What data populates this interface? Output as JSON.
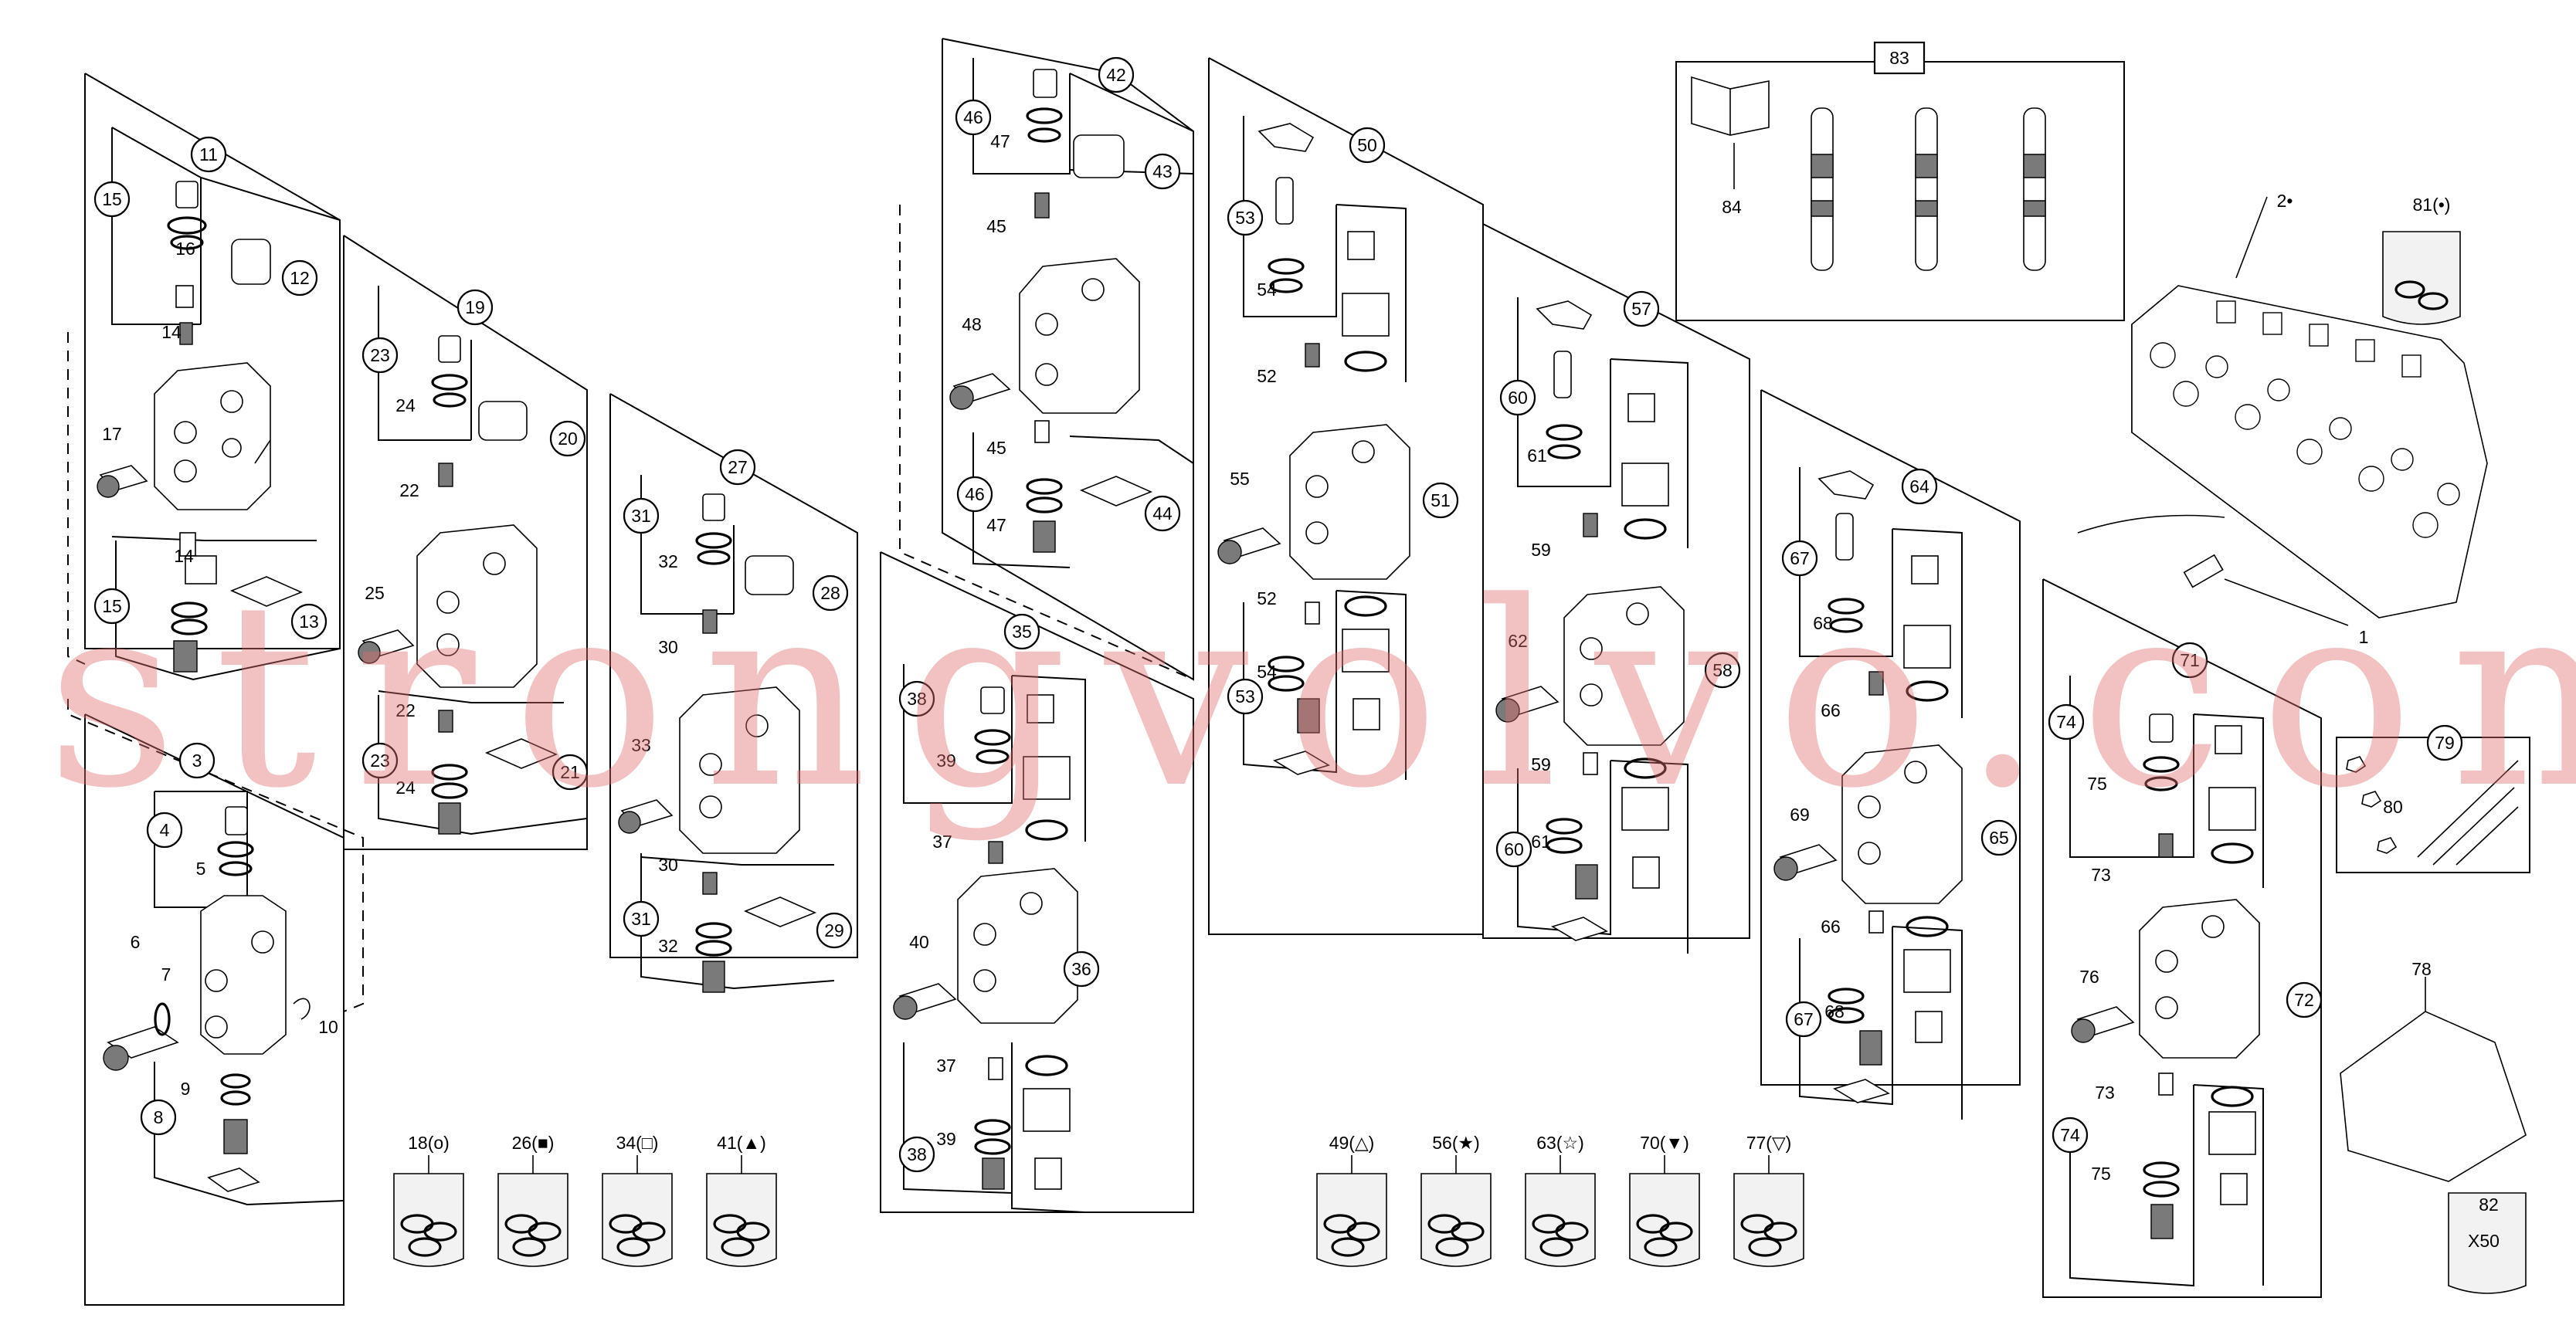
{
  "diagram": {
    "watermark": "strongvolvo.com",
    "callouts": [
      "11",
      "15",
      "16",
      "12",
      "14",
      "17",
      "14",
      "15",
      "13",
      "3",
      "4",
      "5",
      "6",
      "7",
      "8",
      "9",
      "10",
      "19",
      "23",
      "24",
      "20",
      "22",
      "25",
      "22",
      "23",
      "24",
      "21",
      "27",
      "31",
      "32",
      "28",
      "30",
      "33",
      "30",
      "31",
      "32",
      "29",
      "42",
      "46",
      "47",
      "43",
      "45",
      "48",
      "45",
      "46",
      "47",
      "44",
      "35",
      "38",
      "39",
      "37",
      "40",
      "36",
      "37",
      "38",
      "39",
      "50",
      "53",
      "54",
      "52",
      "55",
      "51",
      "52",
      "53",
      "54",
      "57",
      "60",
      "61",
      "59",
      "62",
      "58",
      "59",
      "60",
      "61",
      "64",
      "67",
      "68",
      "66",
      "69",
      "65",
      "66",
      "67",
      "68",
      "71",
      "74",
      "75",
      "73",
      "76",
      "72",
      "73",
      "74",
      "75",
      "83",
      "84",
      "2•",
      "81(•)",
      "1",
      "79",
      "80",
      "78",
      "82"
    ],
    "kits": [
      {
        "label": "18(o)"
      },
      {
        "label": "26(■)"
      },
      {
        "label": "34(□)"
      },
      {
        "label": "41(▲)"
      },
      {
        "label": "49(△)"
      },
      {
        "label": "56(★)"
      },
      {
        "label": "63(☆)"
      },
      {
        "label": "70(▼)"
      },
      {
        "label": "77(▽)"
      }
    ],
    "bag_x50_label": "X50"
  }
}
